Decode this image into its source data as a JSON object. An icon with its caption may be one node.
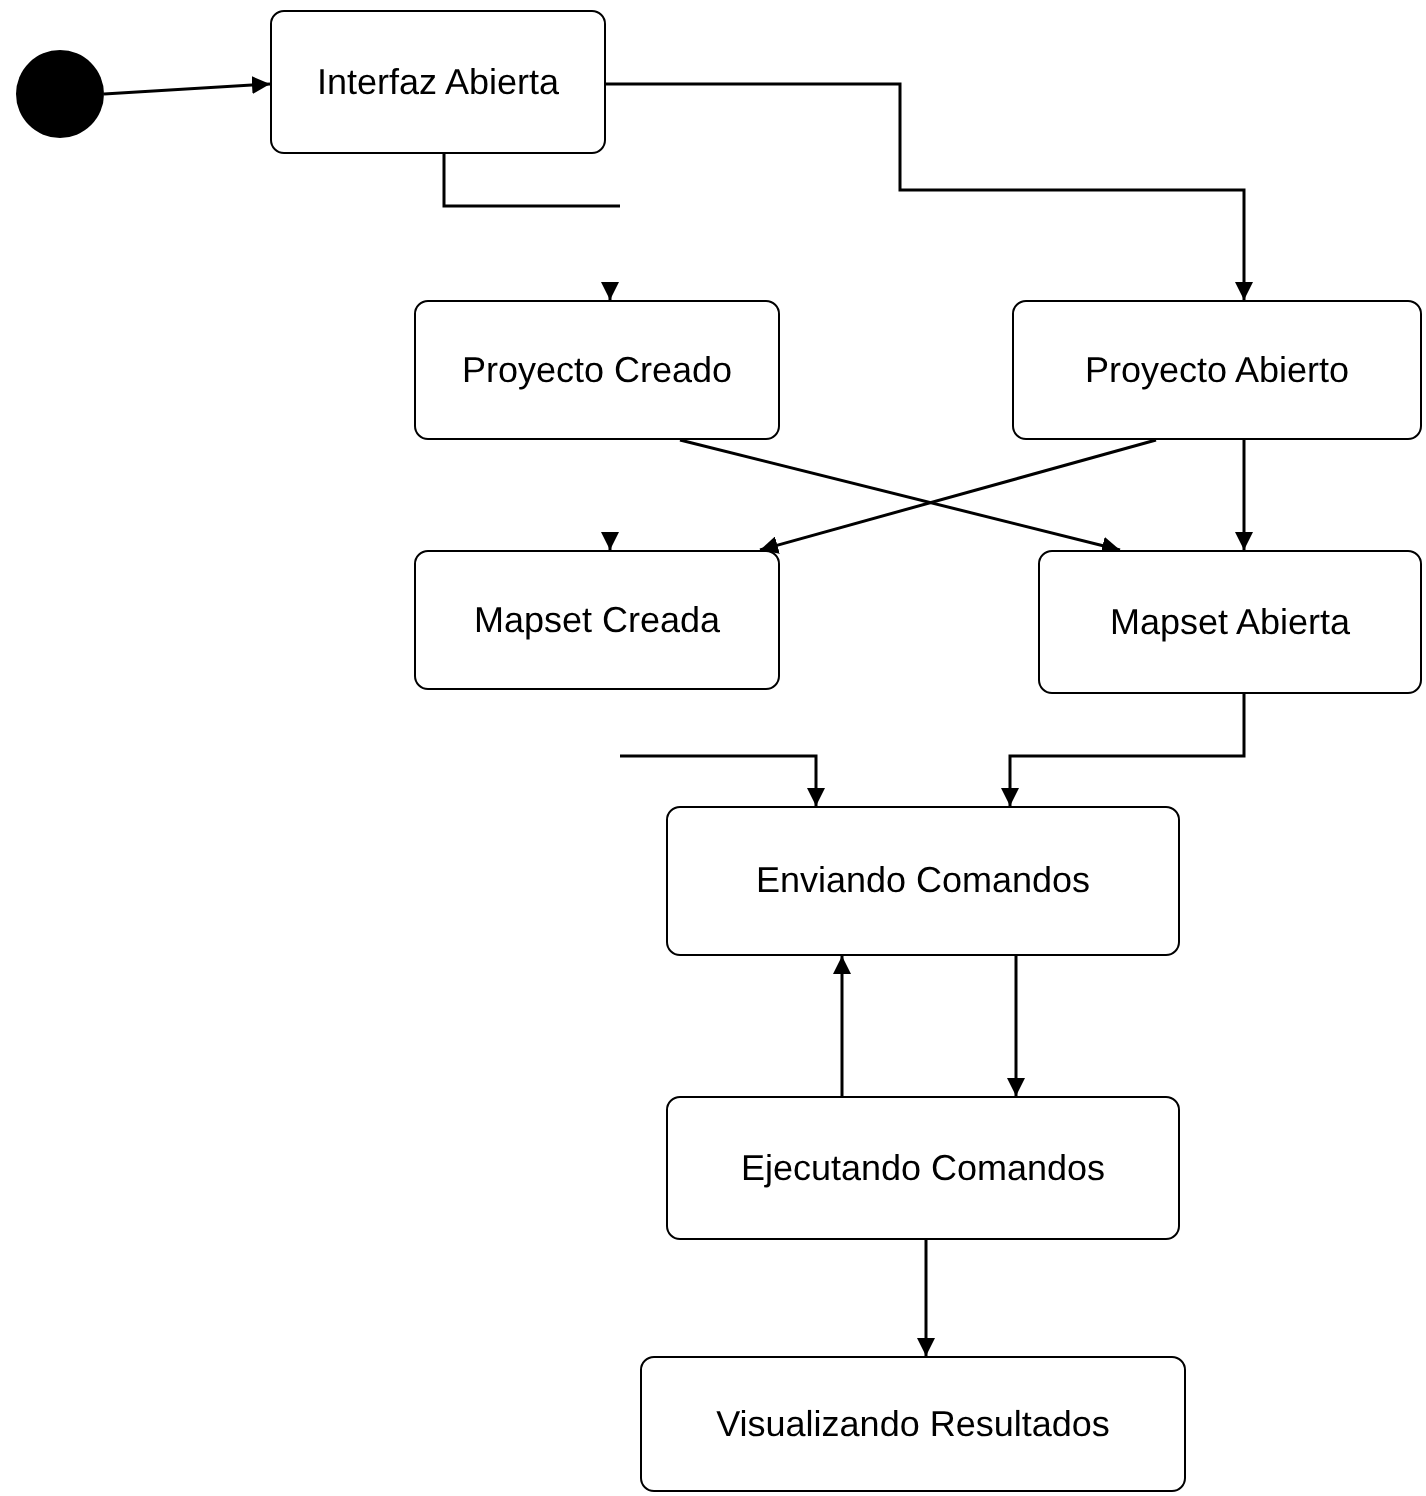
{
  "diagram": {
    "nodes": [
      {
        "text": [],
        "shape": "circle"
      },
      {
        "text": [
          "Interfaz Abierta"
        ]
      },
      {
        "text": [
          "Proyecto Creado"
        ]
      },
      {
        "text": [
          "Proyecto Abierto"
        ]
      },
      {
        "text": [
          "Mapset Creada"
        ]
      },
      {
        "text": [
          "Mapset Abierta"
        ]
      },
      {
        "text": [
          "Enviando Comandos"
        ]
      },
      {
        "text": [
          "Ejecutando Comandos"
        ]
      },
      {
        "text": [
          "Visualizando Resultados"
        ]
      }
    ],
    "edges": [
      {
        "from": 0,
        "to": 1,
        "arrow": "to"
      },
      {
        "from": 1,
        "to": 3,
        "arrow": "to"
      },
      {
        "from": 1,
        "to": null,
        "arrow": "none"
      },
      {
        "from": 2,
        "to": 5,
        "arrow": "to"
      },
      {
        "from": 3,
        "to": 4,
        "arrow": "to"
      },
      {
        "from": 3,
        "to": 5,
        "arrow": "to"
      },
      {
        "from": null,
        "to": 6,
        "arrow": "to"
      },
      {
        "from": 5,
        "to": 6,
        "arrow": "to"
      },
      {
        "from": 6,
        "to": 7,
        "arrow": "to"
      },
      {
        "from": 7,
        "to": 6,
        "arrow": "to"
      },
      {
        "from": 7,
        "to": 8,
        "arrow": "to"
      },
      {
        "from": null,
        "to": 2,
        "arrow": "to"
      },
      {
        "from": null,
        "to": 4,
        "arrow": "to"
      }
    ]
  }
}
